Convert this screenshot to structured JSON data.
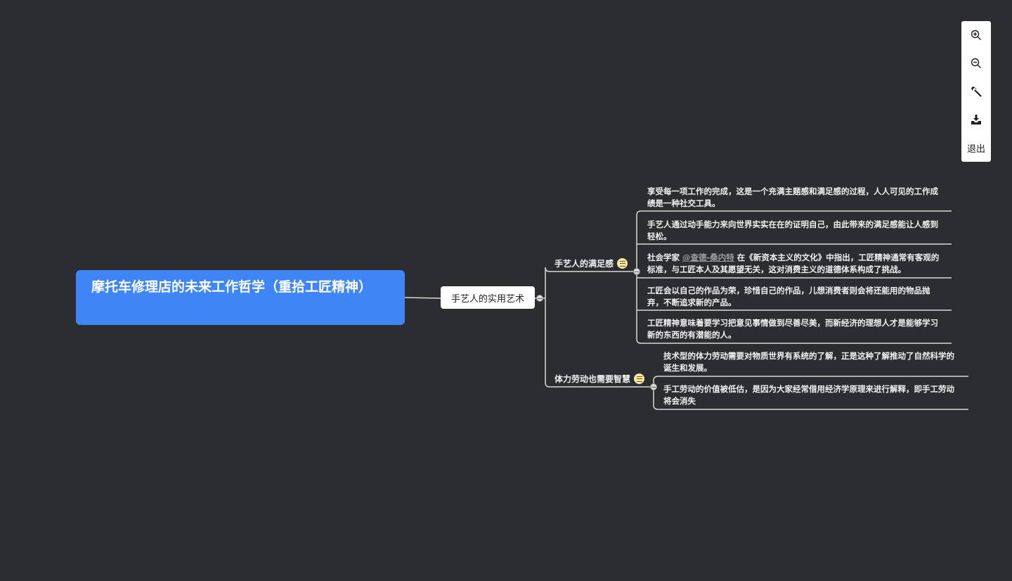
{
  "root": {
    "title": "摩托车修理店的未来工作哲学（重拾工匠精神）"
  },
  "subtopic": {
    "label": "手艺人的实用艺术"
  },
  "branches": [
    {
      "label": "手艺人的满足感",
      "leaves": [
        "享受每一项工作的完成，这是一个充满主题感和满足感的过程，人人可见的工作成绩是一种社交工具。",
        "手艺人通过动手能力来向世界实实在在的证明自己，由此带来的满足感能让人感到轻松。",
        {
          "before": "社会学家 ",
          "mention": "@查德-桑内特",
          "after": " 在《新资本主义的文化》中指出，工匠精神通常有客观的标准，与工匠本人及其愿望无关，这对消费主义的道德体系构成了挑战。"
        },
        "工匠会以自己的作品为荣，珍惜自己的作品，儿想消费者则会将还能用的物品抛弃，不断追求新的产品。",
        "工匠精神意味着要学习把意见事情做到尽善尽美，而新经济的理想人才是能够学习新的东西的有潜能的人。"
      ]
    },
    {
      "label": "体力劳动也需要智慧",
      "leaves": [
        "技术型的体力劳动需要对物质世界有系统的了解，正是这种了解推动了自然科学的诞生和发展。",
        "手工劳动的价值被低估，是因为大家经常借用经济学原理来进行解释，即手工劳动将会消失"
      ]
    }
  ],
  "toolbar": {
    "zoom_in": "zoom-in-icon",
    "zoom_out": "zoom-out-icon",
    "magic": "magic-wand-icon",
    "download": "download-icon",
    "exit_label": "退出"
  }
}
